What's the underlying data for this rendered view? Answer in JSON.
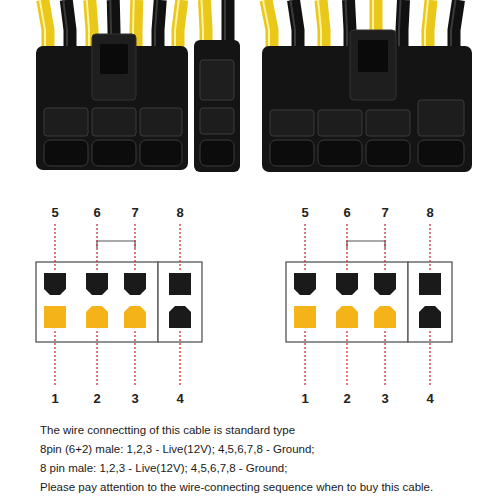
{
  "diagram": {
    "labels": [
      "5",
      "6",
      "7",
      "8",
      "1",
      "2",
      "3",
      "4",
      "5",
      "6",
      "7",
      "8",
      "1",
      "2",
      "3",
      "4",
      "The wire connectting of this cable is standard type",
      "8pin (6+2) male: 1,2,3 - Live(12V); 4,5,6,7,8 - Ground;",
      "8 pin male: 1,2,3 - Live(12V); 4,5,6,7,8 - Ground;",
      "Please pay attention to the wire-connecting sequence when to buy this cable."
    ]
  }
}
